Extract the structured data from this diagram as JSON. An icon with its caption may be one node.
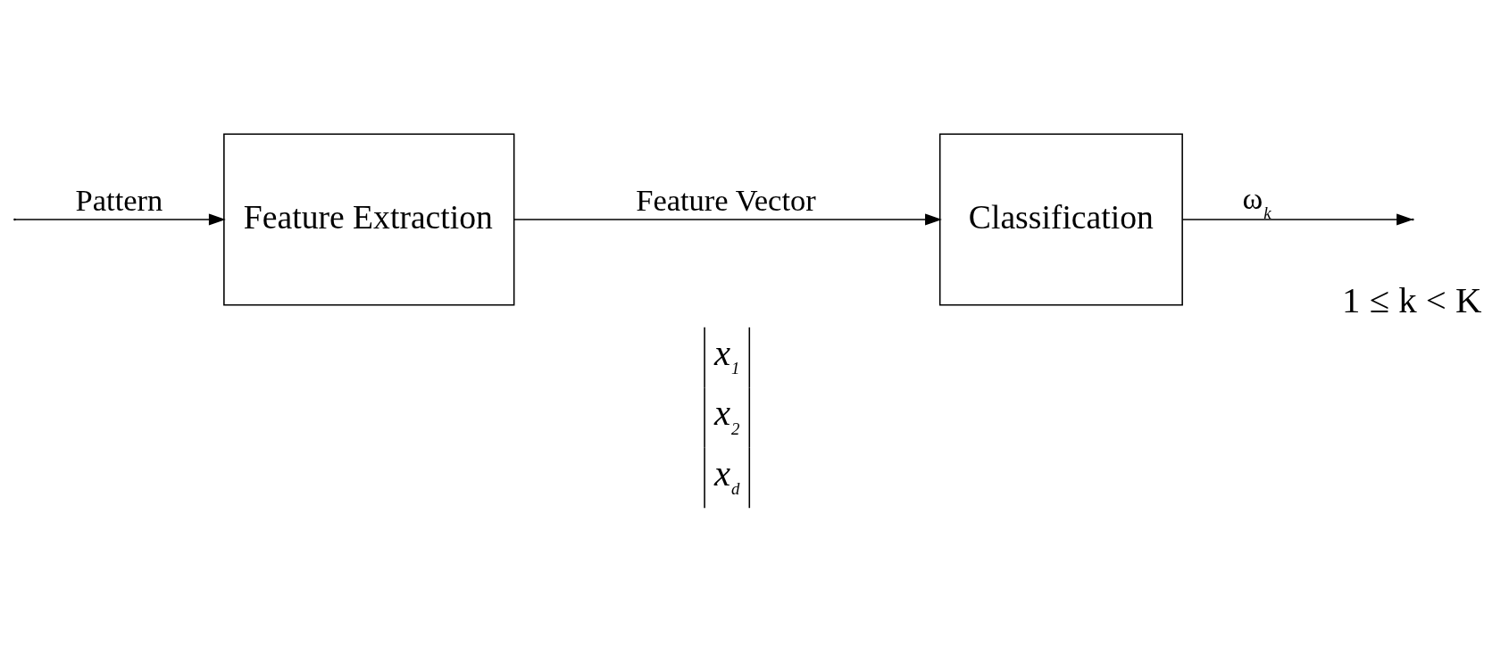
{
  "diagram": {
    "nodes": [
      {
        "text": [
          "Feature Extraction"
        ]
      },
      {
        "text": [
          "Classification"
        ]
      }
    ],
    "edges": [
      {
        "from": null,
        "to": 0,
        "arrow": "to",
        "label": "Pattern"
      },
      {
        "from": 0,
        "to": 1,
        "arrow": "to",
        "label": "Feature Vector"
      },
      {
        "from": 1,
        "to": null,
        "arrow": "to",
        "label": "ω$_{k}$"
      }
    ],
    "labels": [
      "*x*$_{1}$",
      "*x*$_{2}$",
      "*x*$_{d}$",
      "1 ≤ k < K"
    ]
  }
}
